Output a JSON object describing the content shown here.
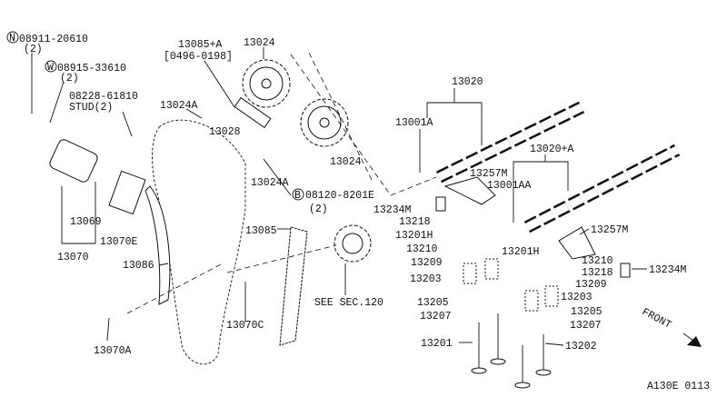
{
  "diagram": {
    "code": "A130E 0113",
    "front_label": "FRONT",
    "labels": {
      "n_bolt": "08911-20610",
      "n_bolt_qty": "(2)",
      "n_symbol": "N",
      "w_washer": "08915-33610",
      "w_washer_qty": "(2)",
      "w_symbol": "W",
      "stud": "08228-61810",
      "stud_qty": "STUD(2)",
      "guide_a": "13085+A",
      "guide_a_range": "[0496-0198]",
      "sprocket_top": "13024",
      "bolt_a_top": "13024A",
      "tensioner_arm": "13028",
      "sprocket_right": "13024",
      "bolt_a_mid": "13024A",
      "b_bolt": "08120-8201E",
      "b_bolt_qty": "(2)",
      "b_symbol": "B",
      "camshaft": "13020",
      "dowel_a": "13001A",
      "rocker_l": "13257M",
      "dowel_aa": "13001AA",
      "camshaft_a": "13020+A",
      "lash_l": "13234M",
      "keeper_l": "13218",
      "shim_l": "13201H",
      "cotter_l": "13210",
      "retainer_l": "13209",
      "spring_l": "13203",
      "seat_l": "13205",
      "seal_l": "13207",
      "intake_valve": "13201",
      "exhaust_valve": "13202",
      "rocker_r": "13257M",
      "shim_r": "13201H",
      "cotter_r": "13210",
      "keeper_r": "13218",
      "retainer_r": "13209",
      "spring_r": "13203",
      "lash_r": "13234M",
      "seat_r": "13205",
      "seal_r": "13207",
      "guide": "13085",
      "gasket": "13069",
      "tensioner_e": "13070E",
      "tensioner": "13070",
      "chain_guide": "13086",
      "see_sec": "SEE SEC.120",
      "tensioner_c": "13070C",
      "tensioner_a": "13070A"
    }
  }
}
